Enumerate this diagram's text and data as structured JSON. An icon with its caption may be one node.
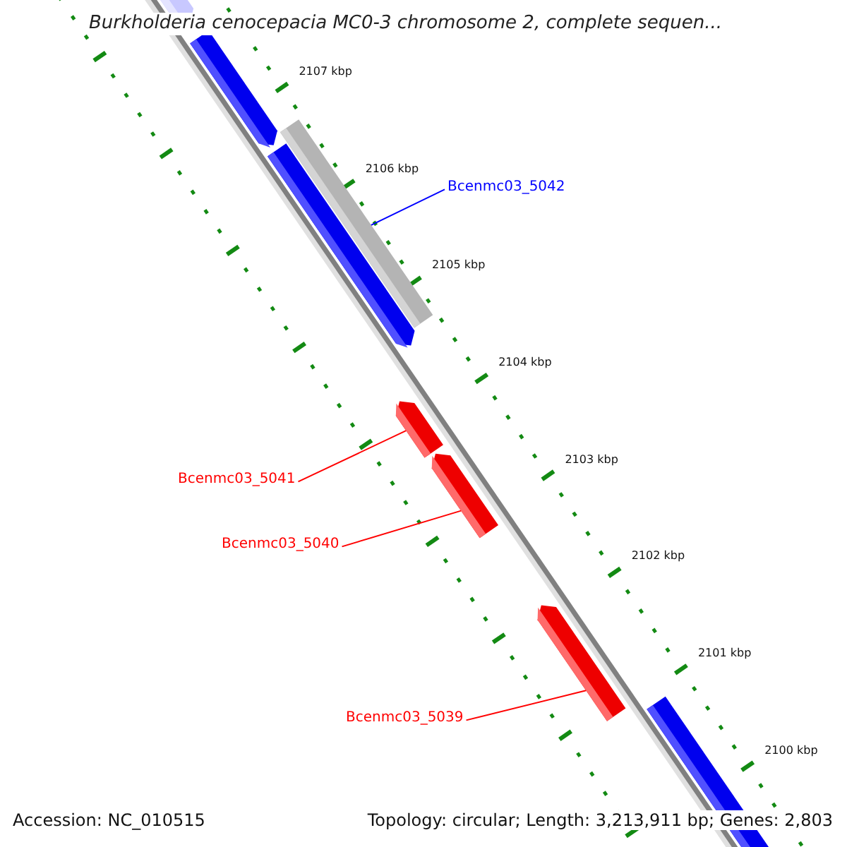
{
  "diagram": {
    "title": "Burkholderia cenocepacia MC0-3 chromosome 2, complete sequen...",
    "nodes": [
      {
        "text": [
          "Bcenmc03_5042"
        ]
      },
      {
        "text": [],
        "shape": "bar"
      },
      {
        "text": [
          "Bcenmc03_5041"
        ]
      },
      {
        "text": [],
        "shape": "arrow"
      },
      {
        "text": [
          "Bcenmc03_5040"
        ]
      },
      {
        "text": [],
        "shape": "arrow"
      },
      {
        "text": [
          "Bcenmc03_5039"
        ]
      },
      {
        "text": [],
        "shape": "arrow"
      }
    ],
    "edges": [
      {
        "from": 0,
        "to": 1,
        "arrow": "none",
        "color": "#0000ff"
      },
      {
        "from": 2,
        "to": 3,
        "arrow": "none"
      },
      {
        "from": 4,
        "to": 5,
        "arrow": "none"
      },
      {
        "from": 6,
        "to": 7,
        "arrow": "none"
      }
    ],
    "labels": [
      "2107 kbp",
      "2106 kbp",
      "2105 kbp",
      "2104 kbp",
      "2103 kbp",
      "2102 kbp",
      "2101 kbp",
      "2100 kbp",
      "Accession: NC_010515",
      "Topology: circular; Length: 3,213,911 bp; Genes: 2,803"
    ]
  }
}
